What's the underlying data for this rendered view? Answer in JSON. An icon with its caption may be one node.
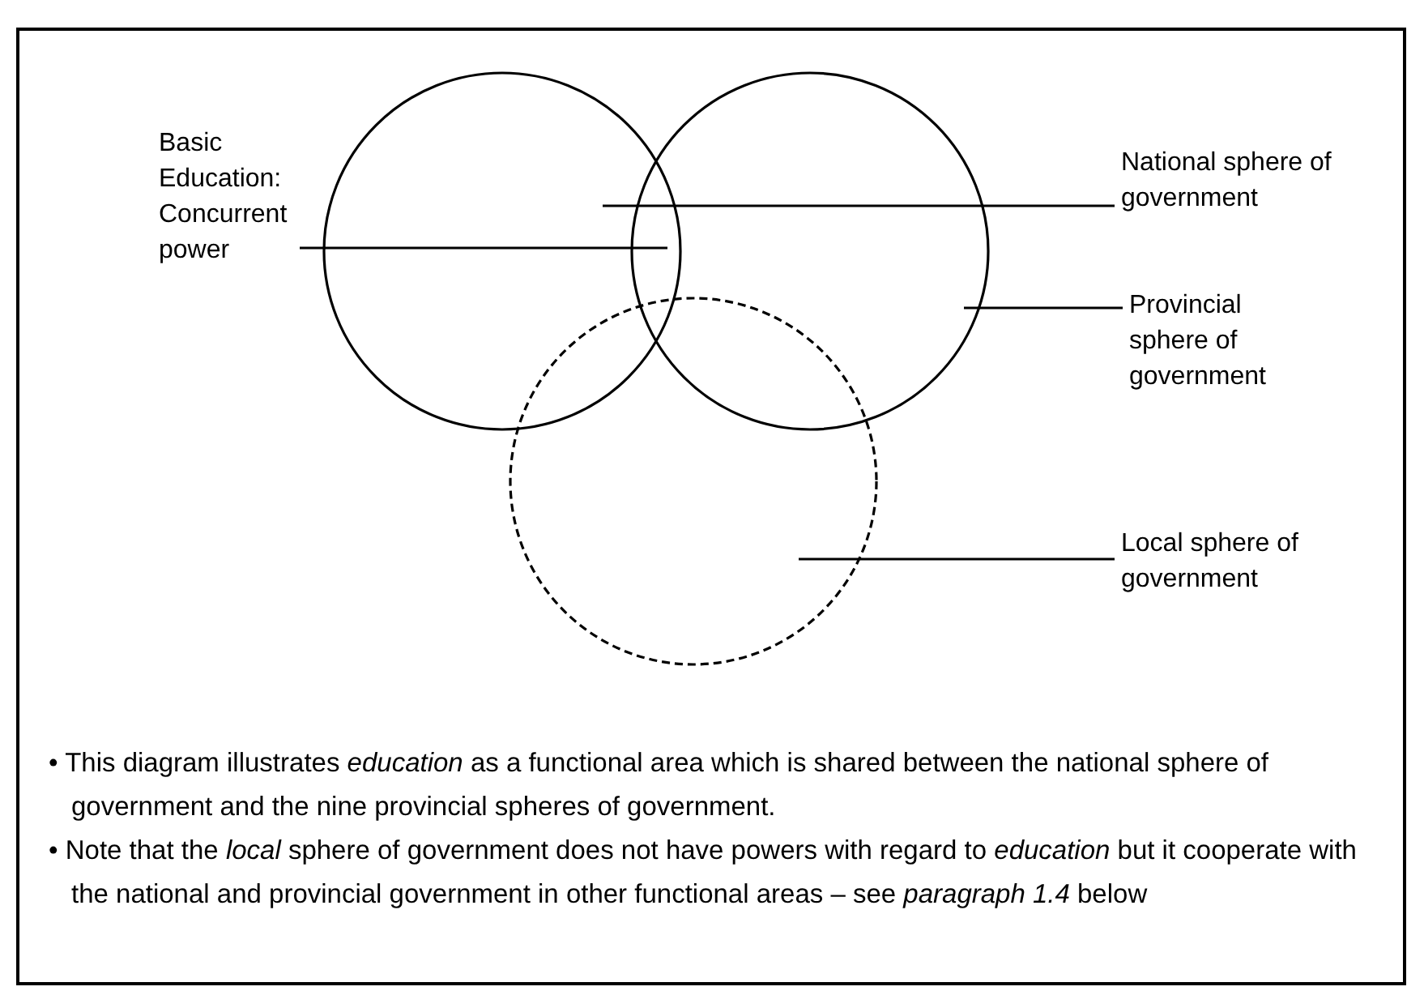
{
  "diagram": {
    "nodes": [
      {
        "text": [],
        "shape": "circle"
      },
      {
        "text": [],
        "shape": "circle"
      },
      {
        "text": [],
        "shape": "circle"
      },
      {
        "text": [
          "Basic Education: Concurrent power"
        ]
      },
      {
        "text": [
          "National sphere of government"
        ]
      },
      {
        "text": [
          "Provincial sphere of government"
        ]
      },
      {
        "text": [
          "Local sphere of government"
        ]
      }
    ],
    "edges": [
      {
        "from": 3,
        "to": 0,
        "arrow": "none"
      },
      {
        "from": 4,
        "to": 0,
        "arrow": "none"
      },
      {
        "from": 5,
        "to": 1,
        "arrow": "none"
      },
      {
        "from": 6,
        "to": 2,
        "arrow": "none"
      }
    ],
    "labels": [
      "• This diagram illustrates *education* as a functional area which is shared between the national sphere of government and the nine provincial spheres of government.",
      "• Note that the *local* sphere of government does not have powers with regard to *education* but it cooperate with the national and provincial government in other functional areas – see *paragraph 1.4* below"
    ]
  }
}
